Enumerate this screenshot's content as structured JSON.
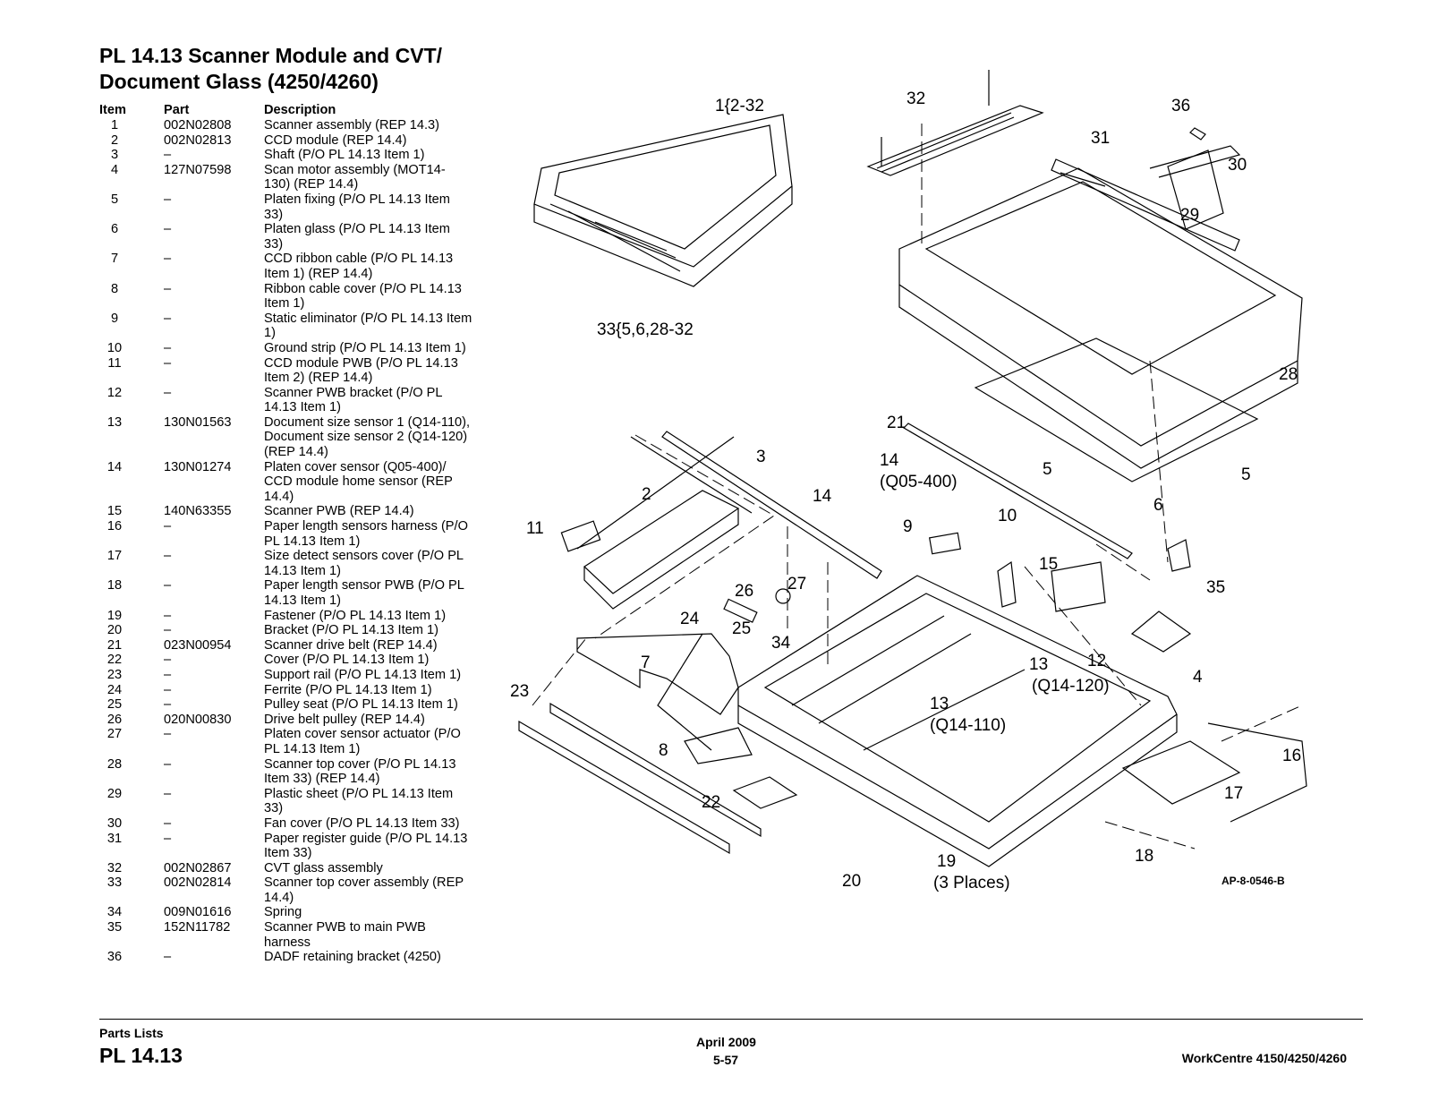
{
  "title_line1": "PL 14.13 Scanner Module and CVT/",
  "title_line2": "Document Glass (4250/4260)",
  "table": {
    "headers": {
      "item": "Item",
      "part": "Part",
      "description": "Description"
    },
    "rows": [
      {
        "item": "1",
        "part": "002N02808",
        "desc": [
          "Scanner assembly (REP 14.3)"
        ]
      },
      {
        "item": "2",
        "part": "002N02813",
        "desc": [
          "CCD module (REP 14.4)"
        ]
      },
      {
        "item": "3",
        "part": "–",
        "desc": [
          "Shaft (P/O PL 14.13 Item 1)"
        ]
      },
      {
        "item": "4",
        "part": "127N07598",
        "desc": [
          "Scan motor assembly (MOT14-",
          "130) (REP 14.4)"
        ]
      },
      {
        "item": "5",
        "part": "–",
        "desc": [
          "Platen fixing (P/O PL 14.13 Item",
          "33)"
        ]
      },
      {
        "item": "6",
        "part": "–",
        "desc": [
          "Platen glass (P/O PL 14.13 Item",
          "33)"
        ]
      },
      {
        "item": "7",
        "part": "–",
        "desc": [
          "CCD ribbon cable (P/O PL 14.13",
          "Item 1) (REP 14.4)"
        ]
      },
      {
        "item": "8",
        "part": "–",
        "desc": [
          "Ribbon cable cover (P/O PL 14.13",
          "Item 1)"
        ]
      },
      {
        "item": "9",
        "part": "–",
        "desc": [
          "Static eliminator (P/O PL 14.13 Item",
          "1)"
        ]
      },
      {
        "item": "10",
        "part": "–",
        "desc": [
          "Ground strip (P/O PL 14.13 Item 1)"
        ]
      },
      {
        "item": "11",
        "part": "–",
        "desc": [
          "CCD module PWB (P/O PL 14.13",
          "Item 2) (REP 14.4)"
        ]
      },
      {
        "item": "12",
        "part": "–",
        "desc": [
          "Scanner PWB bracket (P/O PL",
          "14.13 Item 1)"
        ]
      },
      {
        "item": "13",
        "part": "130N01563",
        "desc": [
          "Document size sensor 1 (Q14-110),",
          "Document size sensor 2 (Q14-120)",
          "(REP 14.4)"
        ]
      },
      {
        "item": "14",
        "part": "130N01274",
        "desc": [
          "Platen cover sensor (Q05-400)/",
          "CCD module home sensor (REP",
          "14.4)"
        ]
      },
      {
        "item": "15",
        "part": "140N63355",
        "desc": [
          "Scanner PWB (REP 14.4)"
        ]
      },
      {
        "item": "16",
        "part": "–",
        "desc": [
          "Paper length sensors harness (P/O",
          "PL 14.13 Item 1)"
        ]
      },
      {
        "item": "17",
        "part": "–",
        "desc": [
          "Size detect sensors cover (P/O PL",
          "14.13 Item 1)"
        ]
      },
      {
        "item": "18",
        "part": "–",
        "desc": [
          "Paper length sensor PWB (P/O PL",
          "14.13 Item 1)"
        ]
      },
      {
        "item": "19",
        "part": "–",
        "desc": [
          "Fastener (P/O PL 14.13 Item 1)"
        ]
      },
      {
        "item": "20",
        "part": "–",
        "desc": [
          "Bracket (P/O PL 14.13 Item 1)"
        ]
      },
      {
        "item": "21",
        "part": "023N00954",
        "desc": [
          "Scanner drive belt (REP 14.4)"
        ]
      },
      {
        "item": "22",
        "part": "–",
        "desc": [
          "Cover (P/O PL 14.13 Item 1)"
        ]
      },
      {
        "item": "23",
        "part": "–",
        "desc": [
          "Support rail (P/O PL 14.13 Item 1)"
        ]
      },
      {
        "item": "24",
        "part": "–",
        "desc": [
          "Ferrite (P/O PL 14.13 Item 1)"
        ]
      },
      {
        "item": "25",
        "part": "–",
        "desc": [
          "Pulley seat (P/O PL 14.13 Item 1)"
        ]
      },
      {
        "item": "26",
        "part": "020N00830",
        "desc": [
          "Drive belt pulley (REP 14.4)"
        ]
      },
      {
        "item": "27",
        "part": "–",
        "desc": [
          "Platen cover sensor actuator (P/O",
          "PL 14.13 Item 1)"
        ]
      },
      {
        "item": "28",
        "part": "–",
        "desc": [
          "Scanner top cover (P/O PL 14.13",
          "Item 33) (REP 14.4)"
        ]
      },
      {
        "item": "29",
        "part": "–",
        "desc": [
          "Plastic sheet (P/O PL 14.13 Item",
          "33)"
        ]
      },
      {
        "item": "30",
        "part": "–",
        "desc": [
          "Fan cover (P/O PL 14.13 Item 33)"
        ]
      },
      {
        "item": "31",
        "part": "–",
        "desc": [
          "Paper register guide (P/O PL 14.13",
          "Item 33)"
        ]
      },
      {
        "item": "32",
        "part": "002N02867",
        "desc": [
          "CVT glass assembly"
        ]
      },
      {
        "item": "33",
        "part": "002N02814",
        "desc": [
          "Scanner top cover assembly (REP",
          "14.4)"
        ]
      },
      {
        "item": "34",
        "part": "009N01616",
        "desc": [
          "Spring"
        ]
      },
      {
        "item": "35",
        "part": "152N11782",
        "desc": [
          "Scanner PWB to main PWB",
          "harness"
        ]
      },
      {
        "item": "36",
        "part": "–",
        "desc": [
          "DADF retaining bracket (4250)"
        ]
      }
    ]
  },
  "diagram": {
    "callouts": {
      "c1": "1{2-32",
      "c33": "33{5,6,28-32",
      "c32": "32",
      "c36": "36",
      "c31": "31",
      "c30": "30",
      "c29": "29",
      "c28": "28",
      "c21": "21",
      "c14": "14",
      "c14b": "(Q05-400)",
      "c5a": "5",
      "c5b": "5",
      "c6": "6",
      "c3": "3",
      "c2": "2",
      "c11": "11",
      "c14s": "14",
      "c9": "9",
      "c10": "10",
      "c15": "15",
      "c35": "35",
      "c26": "26",
      "c27": "27",
      "c24": "24",
      "c25": "25",
      "c34": "34",
      "c13a": "13",
      "c12": "12",
      "c4": "4",
      "c13b": "(Q14-120)",
      "c7": "7",
      "c23": "23",
      "c13c": "13",
      "c13d": "(Q14-110)",
      "c8": "8",
      "c16": "16",
      "c17": "17",
      "c22": "22",
      "c18": "18",
      "c19": "19",
      "c19b": "(3 Places)",
      "c20": "20",
      "code": "AP-8-0546-B"
    }
  },
  "footer": {
    "section": "Parts Lists",
    "page": "PL 14.13",
    "date": "April 2009",
    "page_number": "5-57",
    "model": "WorkCentre 4150/4250/4260"
  }
}
